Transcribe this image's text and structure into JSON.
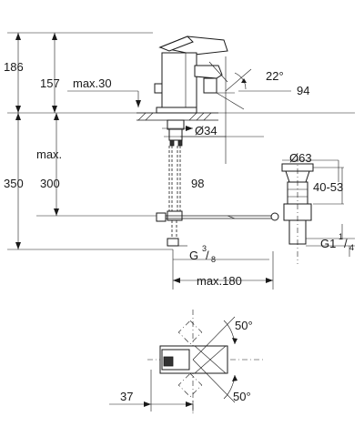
{
  "drawing": {
    "dimensions": {
      "total_height": "186",
      "spout_height": "157",
      "lever_clearance": "max.30",
      "spout_angle": "22°",
      "spout_reach_height": "94",
      "hole_diameter": "Ø34",
      "max_label": "max.",
      "below_counter": "350",
      "hose_length": "300",
      "hose_offset": "98",
      "waste_diameter": "Ø63",
      "basin_thickness": "40-53",
      "inlet_thread_main": "G",
      "inlet_thread_num": "3",
      "inlet_thread_den": "8",
      "waste_thread_main": "G1",
      "waste_thread_num": "1",
      "waste_thread_den": "4",
      "waste_reach": "max.180",
      "top_angle": "50°",
      "bottom_angle": "50°",
      "lever_offset": "37"
    }
  }
}
